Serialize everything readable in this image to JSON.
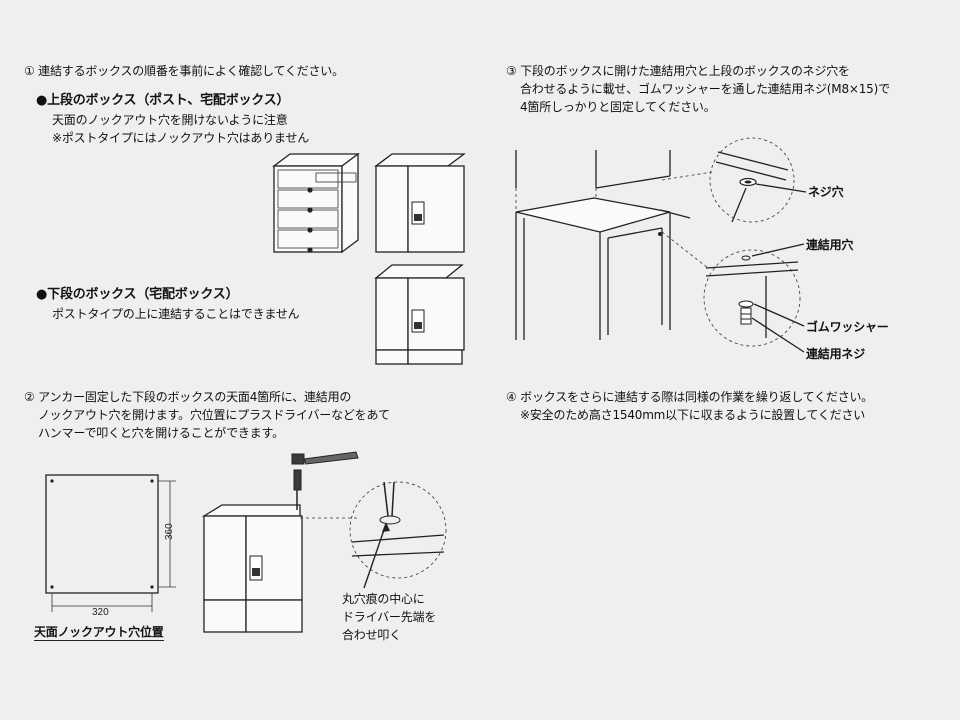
{
  "step1": {
    "heading": "① 連結するボックスの順番を事前によく確認してください。",
    "upper": {
      "title": "●上段のボックス（ポスト、宅配ボックス）",
      "line1": "天面のノックアウト穴を開けないように注意",
      "line2": "※ポストタイプにはノックアウト穴はありません"
    },
    "lower": {
      "title": "●下段のボックス（宅配ボックス）",
      "line1": "ポストタイプの上に連結することはできません"
    }
  },
  "step2": {
    "line1": "② アンカー固定した下段のボックスの天面4箇所に、連結用の",
    "line2": "ノックアウト穴を開けます。穴位置にプラスドライバーなどをあて",
    "line3": "ハンマーで叩くと穴を開けることができます。",
    "dim_width": "320",
    "dim_height": "360",
    "caption": "天面ノックアウト穴位置",
    "note1": "丸穴痕の中心に",
    "note2": "ドライバー先端を",
    "note3": "合わせ叩く"
  },
  "step3": {
    "line1": "③ 下段のボックスに開けた連結用穴と上段のボックスのネジ穴を",
    "line2": "合わせるように載せ、ゴムワッシャーを通した連結用ネジ(M8×15)で",
    "line3": "4箇所しっかりと固定してください。",
    "labels": {
      "screw_hole": "ネジ穴",
      "link_hole": "連結用穴",
      "washer": "ゴムワッシャー",
      "link_screw": "連結用ネジ"
    }
  },
  "step4": {
    "line1": "④ ボックスをさらに連結する際は同様の作業を繰り返してください。",
    "line2": "※安全のため高さ1540mm以下に収まるように設置してください"
  }
}
